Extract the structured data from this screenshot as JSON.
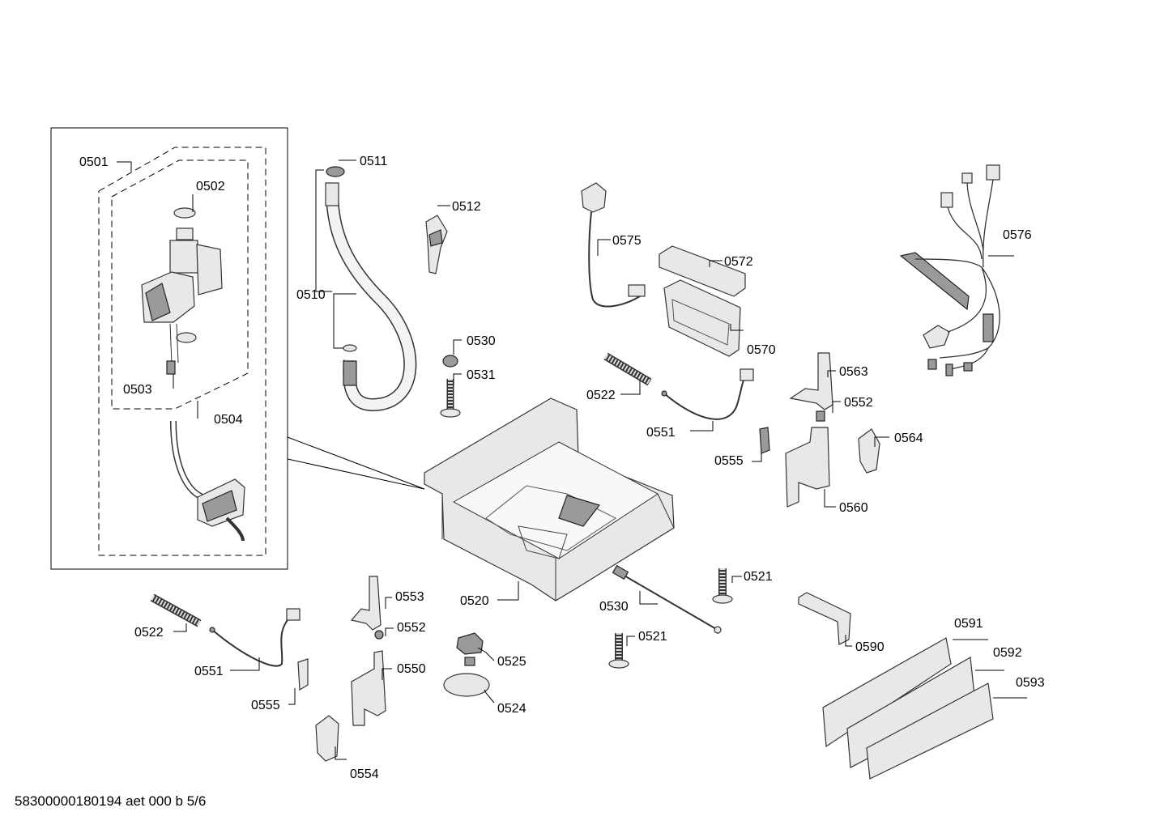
{
  "labels": {
    "0501": "0501",
    "0502": "0502",
    "0503": "0503",
    "0504": "0504",
    "0510": "0510",
    "0511": "0511",
    "0512": "0512",
    "0520": "0520",
    "0521": "0521",
    "0522": "0522",
    "0524": "0524",
    "0525": "0525",
    "0530": "0530",
    "0531": "0531",
    "0550": "0550",
    "0551": "0551",
    "0552": "0552",
    "0553": "0553",
    "0554": "0554",
    "0555": "0555",
    "0560": "0560",
    "0563": "0563",
    "0564": "0564",
    "0570": "0570",
    "0572": "0572",
    "0575": "0575",
    "0576": "0576",
    "0590": "0590",
    "0591": "0591",
    "0592": "0592",
    "0593": "0593"
  },
  "footer": "58300000180194 aet 000 b 5/6"
}
